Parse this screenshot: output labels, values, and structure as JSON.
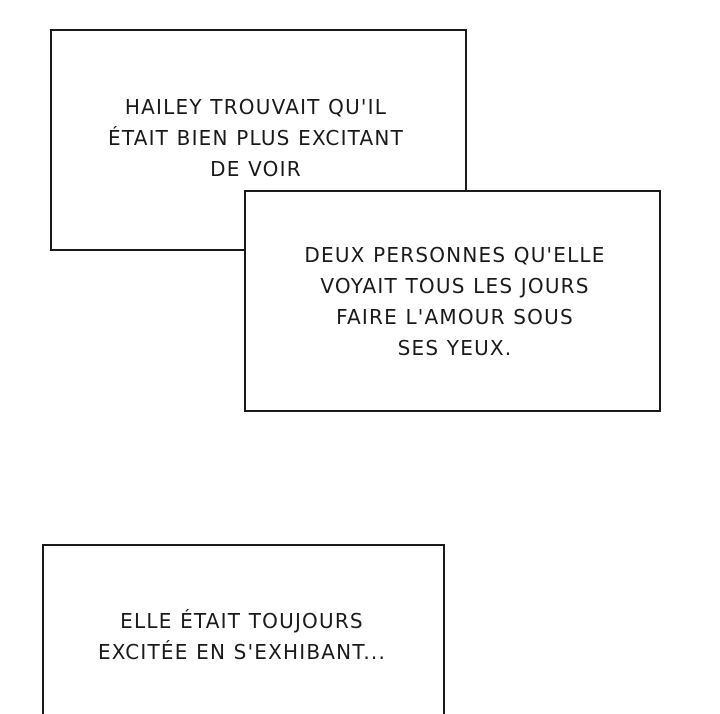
{
  "captions": [
    {
      "lines": [
        "HAILEY TROUVAIT QU'IL",
        "ÉTAIT BIEN PLUS EXCITANT",
        "DE VOIR"
      ]
    },
    {
      "lines": [
        "DEUX PERSONNES QU'ELLE",
        "VOYAIT TOUS LES JOURS",
        "FAIRE L'AMOUR SOUS",
        "SES YEUX."
      ]
    },
    {
      "lines": [
        "ELLE ÉTAIT TOUJOURS",
        "EXCITÉE EN S'EXHIBANT..."
      ]
    }
  ]
}
